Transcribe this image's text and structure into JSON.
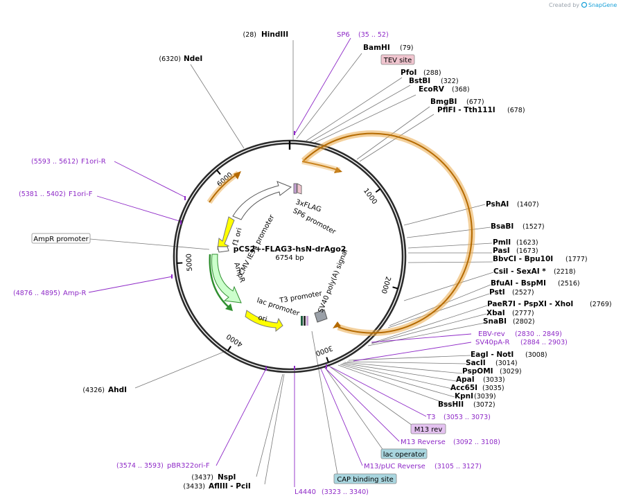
{
  "app": {
    "credit_prefix": "Created by",
    "credit_brand": "SnapGene",
    "brand_color": "#1aa1d8"
  },
  "plasmid": {
    "name": "pCS2+-FLAG3-hsN-drAgo2",
    "length": "6754 bp"
  },
  "ticks": [
    "1000",
    "2000",
    "3000",
    "4000",
    "5000",
    "6000"
  ],
  "enzymes": {
    "hindiii": {
      "name": "HindIII",
      "pos": "(28)"
    },
    "ndei": {
      "name": "NdeI",
      "pos": "(6320)"
    },
    "bamhi": {
      "name": "BamHI",
      "pos": "(79)"
    },
    "pfoi": {
      "name": "PfoI",
      "pos": "(288)"
    },
    "bstbi": {
      "name": "BstBI",
      "pos": "(322)"
    },
    "ecorv": {
      "name": "EcoRV",
      "pos": "(368)"
    },
    "bmgbi": {
      "name": "BmgBI",
      "pos": "(677)"
    },
    "pflfi": {
      "name": "PflFI  - Tth111I",
      "pos": "(678)"
    },
    "pshai": {
      "name": "PshAI",
      "pos": "(1407)"
    },
    "bsabi": {
      "name": "BsaBI",
      "pos": "(1527)"
    },
    "pmli": {
      "name": "PmlI",
      "pos": "(1623)"
    },
    "pasi": {
      "name": "PasI",
      "pos": "(1673)"
    },
    "bbvci": {
      "name": "BbvCI  - Bpu10I",
      "pos": "(1777)"
    },
    "csii": {
      "name": "CsiI  - SexAI *",
      "pos": "(2218)"
    },
    "bfuai": {
      "name": "BfuAI  - BspMI",
      "pos": "(2516)"
    },
    "psti": {
      "name": "PstI",
      "pos": "(2527)"
    },
    "paer7i": {
      "name": "PaeR7I  - PspXI  - XhoI",
      "pos": "(2769)"
    },
    "xbai": {
      "name": "XbaI",
      "pos": "(2777)"
    },
    "snabi": {
      "name": "SnaBI",
      "pos": "(2802)"
    },
    "eagi": {
      "name": "EagI  - NotI",
      "pos": "(3008)"
    },
    "sacii": {
      "name": "SacII",
      "pos": "(3014)"
    },
    "pspomi": {
      "name": "PspOMI",
      "pos": "(3029)"
    },
    "apai": {
      "name": "ApaI",
      "pos": "(3033)"
    },
    "acc65i": {
      "name": "Acc65I",
      "pos": "(3035)"
    },
    "kpni": {
      "name": "KpnI",
      "pos": "(3039)"
    },
    "bsshii": {
      "name": "BssHII",
      "pos": "(3072)"
    },
    "ahdi": {
      "name": "AhdI",
      "pos": "(4326)"
    },
    "nspi": {
      "name": "NspI",
      "pos": "(3437)"
    },
    "afliii": {
      "name": "AflIII  - PciI",
      "pos": "(3433)"
    }
  },
  "primers": {
    "sp6": {
      "name": "SP6",
      "range": "(35 .. 52)"
    },
    "f1ori_r": {
      "name": "F1ori-R",
      "range": "(5593 .. 5612)"
    },
    "f1ori_f": {
      "name": "F1ori-F",
      "range": "(5381 .. 5402)"
    },
    "amp_r": {
      "name": "Amp-R",
      "range": "(4876 .. 4895)"
    },
    "ebv_rev": {
      "name": "EBV-rev",
      "range": "(2830 .. 2849)"
    },
    "sv40pa_r": {
      "name": "SV40pA-R",
      "range": "(2884 .. 2903)"
    },
    "t3": {
      "name": "T3",
      "range": "(3053 .. 3073)"
    },
    "m13_reverse": {
      "name": "M13 Reverse",
      "range": "(3092 .. 3108)"
    },
    "m13puc_reverse": {
      "name": "M13/pUC Reverse",
      "range": "(3105 .. 3127)"
    },
    "pbr322ori_f": {
      "name": "pBR322ori-F",
      "range": "(3574 .. 3593)"
    },
    "l4440": {
      "name": "L4440",
      "range": "(3323 .. 3340)"
    }
  },
  "boxed_features": {
    "tev_site": "TEV site",
    "m13_rev": "M13 rev",
    "lac_operator": "lac operator",
    "cap_binding_site": "CAP binding site",
    "ampr_promoter": "AmpR promoter"
  },
  "map_features": {
    "flag": "3xFLAG",
    "sp6_promoter": "SP6 promoter",
    "sv40_polya": "SV40 poly(A) signal",
    "t3_promoter": "T3 promoter",
    "lac_promoter": "lac promoter",
    "ori": "ori",
    "ampr": "AmpR",
    "cmv_ie94": "CMV IE94 promoter",
    "f1_ori": "f1 ori"
  },
  "colors": {
    "backbone": "#2b2b2b",
    "primer": "#8e29c7",
    "cds_fill": "#ffe7b0",
    "cds_stroke": "#e9a94a",
    "cds_core": "#b56a00",
    "ori_fill": "#ffff00",
    "ampr_fill": "#ccffcc",
    "ampr_stroke": "#2f8f2f",
    "promoter_fill": "#ffffff",
    "tev_fill": "#f0c5cf",
    "m13rev_fill": "#e4c2f0",
    "lac_operator_fill": "#a9d6df",
    "polya_fill": "#9aa0a8"
  }
}
